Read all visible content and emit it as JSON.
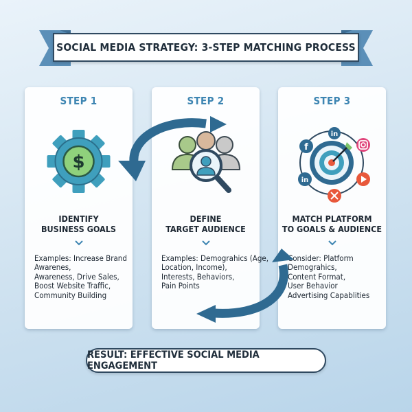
{
  "title": "SOCIAL MEDIA STRATEGY: 3-STEP MATCHING PROCESS",
  "steps": [
    {
      "label": "STEP 1",
      "title_lines": [
        "IDENTIFY",
        "BUSINESS GOALS"
      ],
      "icon": "gear-dollar-icon",
      "desc_lines": [
        "Examples: Increase Brand",
        "Awarenes,",
        "Awareness, Drive Sales,",
        "Boost Website Traffic,",
        "Community Building"
      ]
    },
    {
      "label": "STEP 2",
      "title_lines": [
        "DEFINE",
        "TARGET AUDIENCE"
      ],
      "icon": "audience-magnifier-icon",
      "desc_lines": [
        "Examples: Demograhics (Age,",
        "Location, Income),",
        "Interests, Behaviors,",
        "Pain Points"
      ]
    },
    {
      "label": "STEP 3",
      "title_lines": [
        "MATCH PLATFORM",
        "TO GOALS & AUDIENCE"
      ],
      "icon": "target-platforms-icon",
      "desc_lines": [
        "Consider: Platform",
        "Demograhics,",
        "Content Format,",
        "User Behavior",
        "Advertising Capablities"
      ]
    }
  ],
  "result": "RESULT: EFFECTIVE SOCIAL MEDIA ENGAGEMENT",
  "colors": {
    "accent": "#3d85b2",
    "arrow": "#2f6a91",
    "teal": "#3fa7bf",
    "dark": "#1d2732"
  }
}
